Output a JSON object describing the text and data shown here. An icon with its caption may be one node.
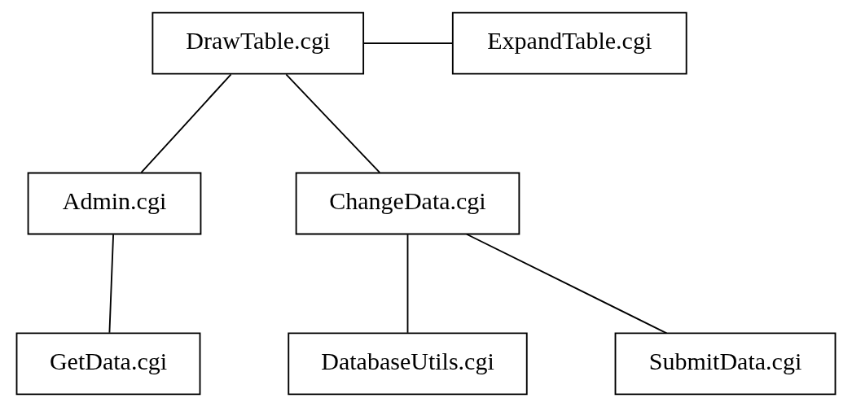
{
  "diagram": {
    "nodes": [
      {
        "text": [
          "DrawTable.cgi"
        ]
      },
      {
        "text": [
          "ExpandTable.cgi"
        ]
      },
      {
        "text": [
          "Admin.cgi"
        ]
      },
      {
        "text": [
          "ChangeData.cgi"
        ]
      },
      {
        "text": [
          "GetData.cgi"
        ]
      },
      {
        "text": [
          "DatabaseUtils.cgi"
        ]
      },
      {
        "text": [
          "SubmitData.cgi"
        ]
      }
    ],
    "edges": [
      {
        "from": 0,
        "to": 1,
        "arrow": "none"
      },
      {
        "from": 0,
        "to": 2,
        "arrow": "none"
      },
      {
        "from": 0,
        "to": 3,
        "arrow": "none"
      },
      {
        "from": 2,
        "to": 4,
        "arrow": "none"
      },
      {
        "from": 3,
        "to": 5,
        "arrow": "none"
      },
      {
        "from": 3,
        "to": 6,
        "arrow": "none"
      }
    ]
  }
}
